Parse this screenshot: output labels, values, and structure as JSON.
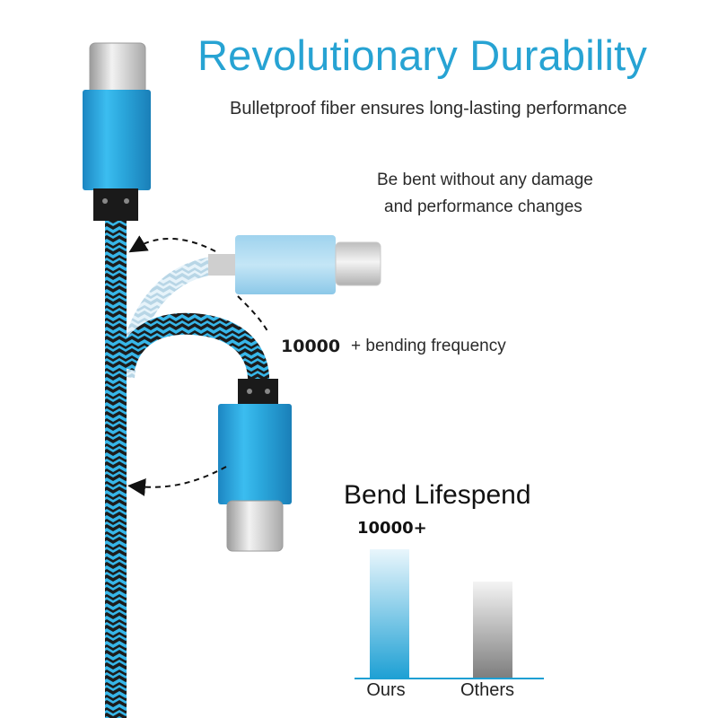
{
  "headline": "Revolutionary Durability",
  "subheadline": "Bulletproof fiber ensures long-lasting performance",
  "bend_note": {
    "line1": "Be bent without any damage",
    "line2": "and performance changes"
  },
  "frequency": {
    "number": "10000",
    "label": "+ bending frequency"
  },
  "colors": {
    "accent": "#27a3d3",
    "braid_blue": "#37b6e8",
    "braid_dark": "#1c1c1c",
    "connector_blue": "#2aa6db",
    "connector_silver": "#d8d8d8"
  },
  "chart_data": {
    "type": "bar",
    "title": "Bend Lifespend",
    "categories": [
      "Ours",
      "Others"
    ],
    "values": [
      10000,
      7500
    ],
    "value_labels": [
      "10000+",
      ""
    ],
    "ylim": [
      0,
      10000
    ],
    "bar_colors": [
      "#1ea0d4",
      "#8c8c8c"
    ]
  }
}
